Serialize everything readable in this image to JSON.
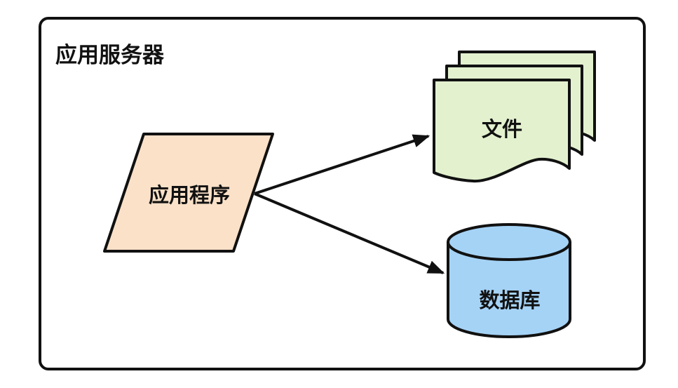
{
  "diagram": {
    "type": "architecture-flowchart",
    "container_label": "应用服务器",
    "nodes": {
      "application": {
        "label": "应用程序",
        "shape": "parallelogram"
      },
      "file": {
        "label": "文件",
        "shape": "multi-document"
      },
      "database": {
        "label": "数据库",
        "shape": "cylinder"
      }
    },
    "edges": [
      {
        "from": "application",
        "to": "file",
        "style": "arrow"
      },
      {
        "from": "application",
        "to": "database",
        "style": "arrow"
      }
    ]
  },
  "colors": {
    "application_fill": "#FAE1C8",
    "file_fill": "#E3F1CF",
    "database_fill": "#A5D3F6",
    "stroke": "#111111",
    "background": "#FFFFFF"
  }
}
